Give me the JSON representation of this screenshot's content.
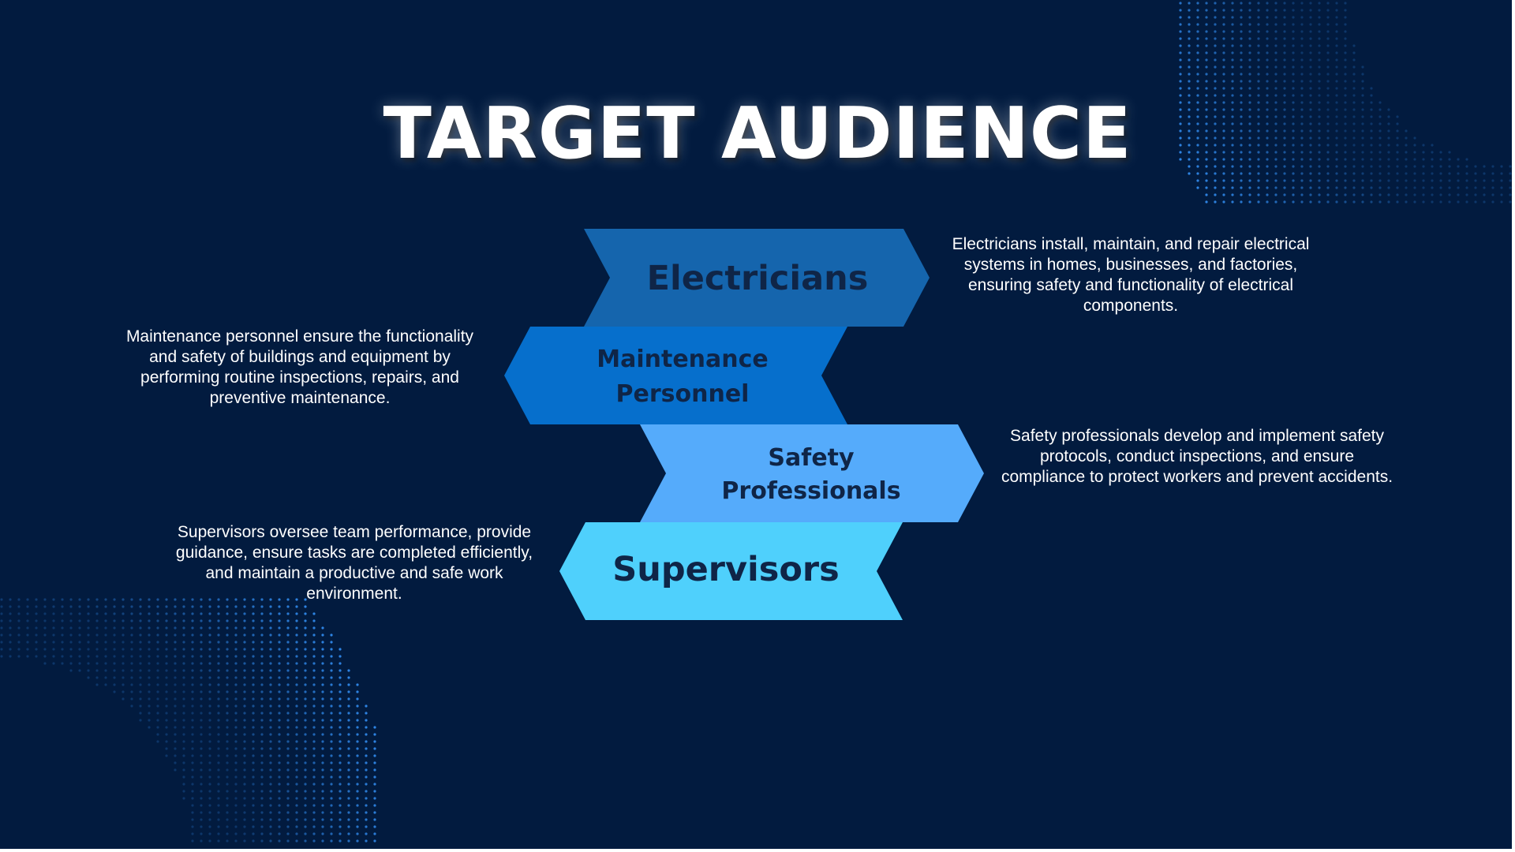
{
  "title": "TARGET AUDIENCE",
  "colors": {
    "background": "#021b3f",
    "dots": "#2f86e6",
    "label_text": "#0f2547",
    "description_text": "#ffffff"
  },
  "audiences": [
    {
      "label": "Electricians",
      "color": "#1565ad",
      "direction": "right",
      "description": "Electricians install, maintain, and repair electrical systems in homes, businesses, and factories, ensuring safety and functionality of electrical components."
    },
    {
      "label": "Maintenance Personnel",
      "color": "#066fcc",
      "direction": "left",
      "description": "Maintenance personnel ensure the functionality and safety of buildings and equipment by performing routine inspections, repairs, and preventive maintenance."
    },
    {
      "label": "Safety Professionals",
      "color": "#55abfb",
      "direction": "right",
      "description": "Safety professionals develop and implement safety protocols, conduct inspections, and ensure compliance to protect workers and prevent accidents."
    },
    {
      "label": "Supervisors",
      "color": "#4fd0fc",
      "direction": "left",
      "description": "Supervisors oversee team performance, provide guidance, ensure tasks are completed efficiently, and maintain a productive and safe work environment."
    }
  ]
}
